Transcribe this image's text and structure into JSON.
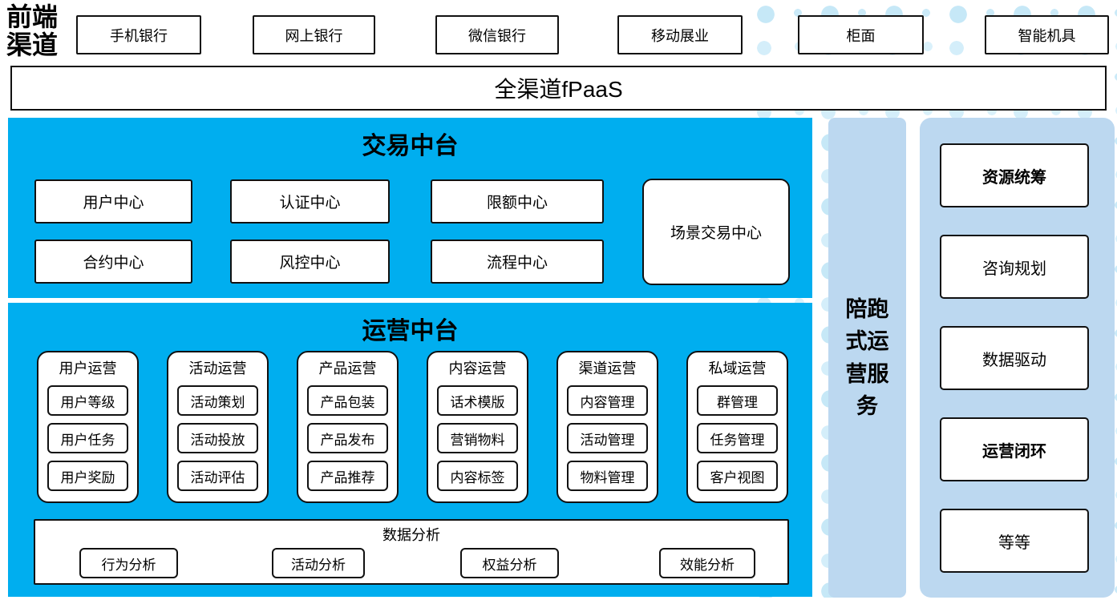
{
  "front_channels_label": "前端渠道",
  "top_row": {
    "items": [
      "手机银行",
      "网上银行",
      "微信银行",
      "移动展业",
      "柜面",
      "智能机具"
    ]
  },
  "fpaas": {
    "label": "全渠道fPaaS"
  },
  "trade_platform": {
    "title": "交易中台",
    "boxes": [
      "用户中心",
      "认证中心",
      "限额中心",
      "合约中心",
      "风控中心",
      "流程中心"
    ],
    "scene_box": "场景交易中心"
  },
  "ops_platform": {
    "title": "运营中台",
    "columns": [
      {
        "header": "用户运营",
        "items": [
          "用户等级",
          "用户任务",
          "用户奖励"
        ]
      },
      {
        "header": "活动运营",
        "items": [
          "活动策划",
          "活动投放",
          "活动评估"
        ]
      },
      {
        "header": "产品运营",
        "items": [
          "产品包装",
          "产品发布",
          "产品推荐"
        ]
      },
      {
        "header": "内容运营",
        "items": [
          "话术模版",
          "营销物料",
          "内容标签"
        ]
      },
      {
        "header": "渠道运营",
        "items": [
          "内容管理",
          "活动管理",
          "物料管理"
        ]
      },
      {
        "header": "私域运营",
        "items": [
          "群管理",
          "任务管理",
          "客户视图"
        ]
      }
    ],
    "data_analysis": {
      "title": "数据分析",
      "items": [
        "行为分析",
        "活动分析",
        "权益分析",
        "效能分析"
      ]
    }
  },
  "companion_bar": {
    "label": "陪跑式运营服务"
  },
  "right_panel": {
    "boxes": [
      {
        "label": "资源统筹",
        "bold": true
      },
      {
        "label": "咨询规划",
        "bold": false
      },
      {
        "label": "数据驱动",
        "bold": false
      },
      {
        "label": "运营闭环",
        "bold": true
      },
      {
        "label": "等等",
        "bold": false
      }
    ]
  },
  "colors": {
    "primary_blue": "#00AEEF",
    "light_blue": "#BCD8F0",
    "dot_blue": "#C6E8F7",
    "border": "#111111"
  }
}
